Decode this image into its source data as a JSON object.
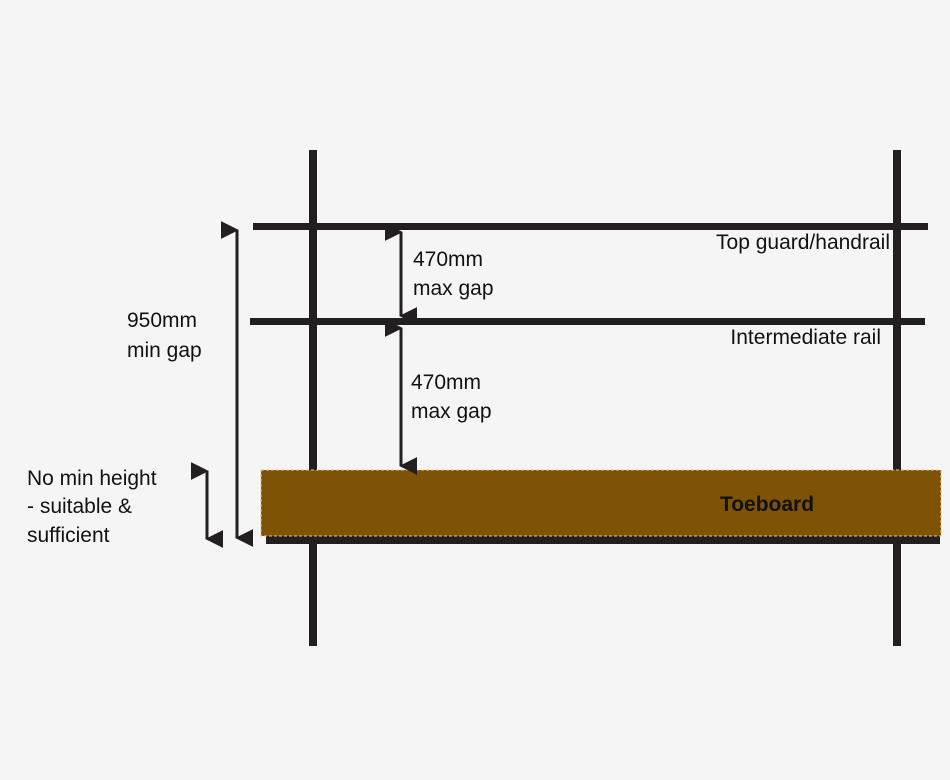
{
  "colors": {
    "background": "#f5f5f5",
    "structure": "#231f20",
    "toeboard": "#7f5305"
  },
  "labels": {
    "top_rail": "Top guard/handrail",
    "intermediate_rail": "Intermediate rail",
    "toeboard": "Toeboard",
    "gap_top_line1": "470mm",
    "gap_top_line2": "max gap",
    "gap_mid_line1": "470mm",
    "gap_mid_line2": "max gap",
    "overall_line1": "950mm",
    "overall_line2": "min gap",
    "toeboard_height_line1": "No min height",
    "toeboard_height_line2": "- suitable &",
    "toeboard_height_line3": "sufficient"
  }
}
